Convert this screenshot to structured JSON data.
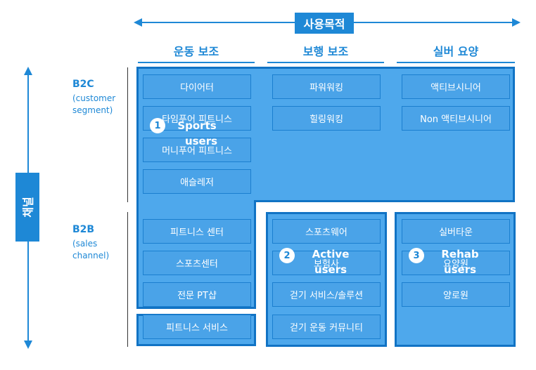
{
  "top_axis": {
    "label": "사용목적"
  },
  "side_axis": {
    "label": "채널"
  },
  "columns": [
    "운동 보조",
    "보행 보조",
    "실버 요양"
  ],
  "segments": {
    "b2c": {
      "title": "B2C",
      "sub1": "(customer",
      "sub2": "segment)"
    },
    "b2b": {
      "title": "B2B",
      "sub1": "(sales",
      "sub2": "channel)"
    }
  },
  "cells": {
    "c1": [
      "다이어터",
      "타임푸어 피트니스",
      "머니푸어 피트니스",
      "애슬레저",
      "피트니스 센터",
      "스포츠센터",
      "전문 PT샵",
      "피트니스 서비스"
    ],
    "c2": [
      "파워워킹",
      "힐링워킹",
      "스포츠웨어",
      "보험사",
      "걷기 서비스/솔루션",
      "걷기 운동 커뮤니티"
    ],
    "c3": [
      "액티브시니어",
      "Non 액티브시니어",
      "실버타운",
      "요양원",
      "양로원"
    ]
  },
  "groups": [
    {
      "num": "1",
      "line1": "Sports",
      "line2": "users"
    },
    {
      "num": "2",
      "line1": "Active",
      "line2": "users"
    },
    {
      "num": "3",
      "line1": "Rehab",
      "line2": "users"
    }
  ]
}
